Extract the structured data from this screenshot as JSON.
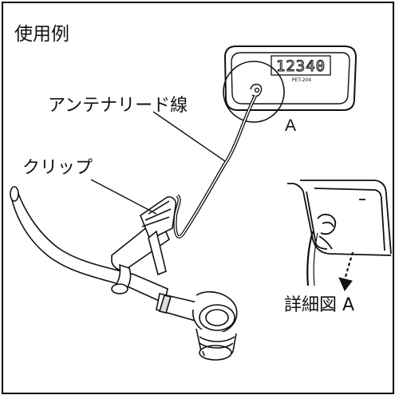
{
  "title": "使用例",
  "labels": {
    "antenna_wire": "アンテナリード線",
    "clip": "クリップ",
    "marker_a": "A",
    "detail_a": "詳細図 A"
  },
  "device": {
    "display_reading": "12340",
    "model_text": "PET-204"
  }
}
